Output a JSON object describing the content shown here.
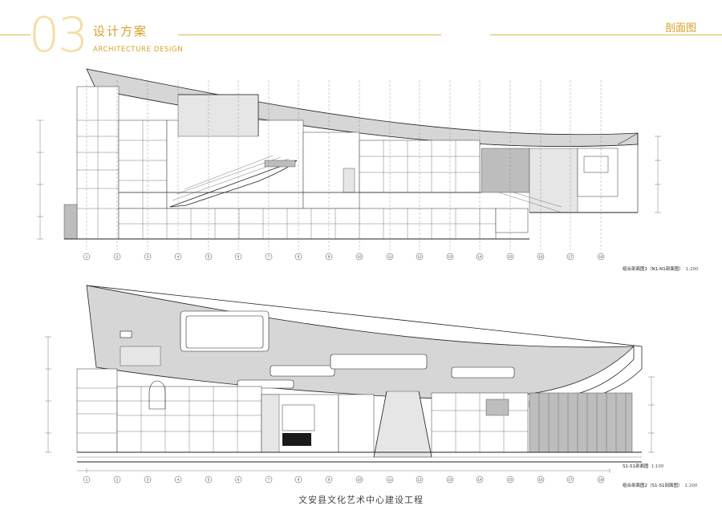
{
  "header": {
    "section_number": "03",
    "title_cn": "设计方案",
    "title_en": "ARCHITECTURE DESIGN",
    "page_label": "剖面图"
  },
  "sections": [
    {
      "caption": "组合剖面图1（N1-N1剖面图）",
      "scale": "1:200",
      "axis_labels": [
        "1",
        "2",
        "3",
        "4",
        "5",
        "6",
        "7",
        "8",
        "9",
        "10",
        "11",
        "12",
        "13",
        "14",
        "15",
        "16",
        "17",
        "18"
      ]
    },
    {
      "caption": "组合剖面图2（S1-S1剖面图）",
      "scale": "1:200",
      "sub_caption": "S1-S1剖面图",
      "sub_scale": "1:100",
      "axis_labels": [
        "1",
        "2",
        "3",
        "4",
        "5",
        "6",
        "7",
        "8",
        "9",
        "10",
        "11",
        "12",
        "13",
        "14",
        "15",
        "16",
        "17",
        "18"
      ]
    }
  ],
  "footer": {
    "project_name": "文安县文化艺术中心建设工程"
  },
  "colors": {
    "accent": "#d4a227",
    "accent_light": "#f3dda2",
    "roof_fill": "#d6d6d6"
  }
}
